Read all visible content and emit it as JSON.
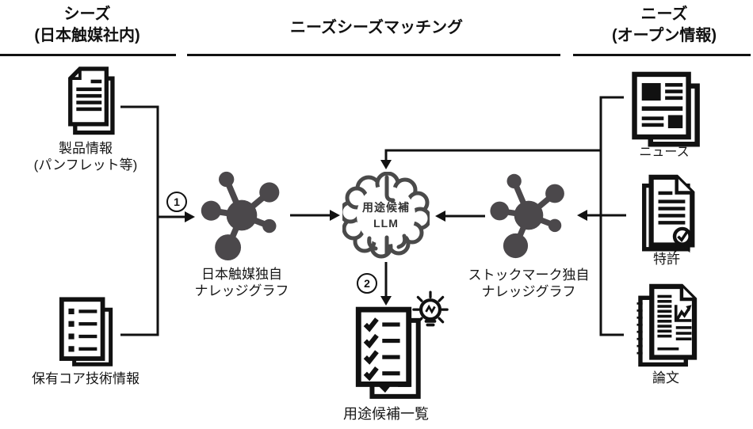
{
  "headers": {
    "seeds": {
      "line1": "シーズ",
      "line2": "(日本触媒社内)"
    },
    "matching": {
      "title": "ニーズシーズマッチング"
    },
    "needs": {
      "line1": "ニーズ",
      "line2": "(オープン情報)"
    }
  },
  "seeds_column": {
    "product_info": {
      "line1": "製品情報",
      "line2": "(パンフレット等)"
    },
    "core_tech": {
      "label": "保有コア技術情報"
    }
  },
  "flow": {
    "step1_number": "1",
    "step2_number": "2",
    "shokubai_graph": {
      "line1": "日本触媒独自",
      "line2": "ナレッジグラフ"
    },
    "llm": {
      "line1": "用途候補",
      "line2": "LLM"
    },
    "output": {
      "label": "用途候補一覧"
    },
    "stockmark_graph": {
      "line1": "ストックマーク独自",
      "line2": "ナレッジグラフ"
    }
  },
  "needs_column": {
    "news": {
      "label": "ニュース"
    },
    "patent": {
      "label": "特許"
    },
    "paper": {
      "label": "論文"
    }
  },
  "colors": {
    "ink": "#111111",
    "graph_gray": "#4b484b",
    "brain_gray": "#4a4a4a"
  }
}
